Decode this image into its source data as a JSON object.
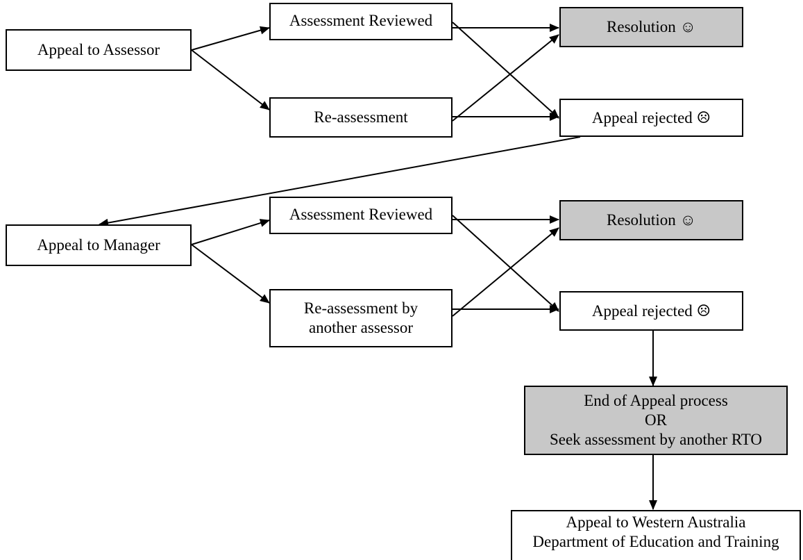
{
  "stage1": {
    "appeal": "Appeal to Assessor",
    "reviewed": "Assessment Reviewed",
    "reassessment": "Re-assessment",
    "resolution": "Resolution ☺",
    "rejected": "Appeal rejected ☹"
  },
  "stage2": {
    "appeal": "Appeal to Manager",
    "reviewed": "Assessment Reviewed",
    "reassessment_lines": [
      "Re-assessment by",
      "another assessor"
    ],
    "resolution": "Resolution ☺",
    "rejected": "Appeal rejected ☹"
  },
  "end": {
    "lines": [
      "End of Appeal process",
      "OR",
      "Seek assessment by another RTO"
    ]
  },
  "external": {
    "lines": [
      "Appeal to Western Australia",
      "Department of Education and Training"
    ]
  },
  "colors": {
    "shaded_fill": "#c8c8c8",
    "line": "#000000"
  }
}
